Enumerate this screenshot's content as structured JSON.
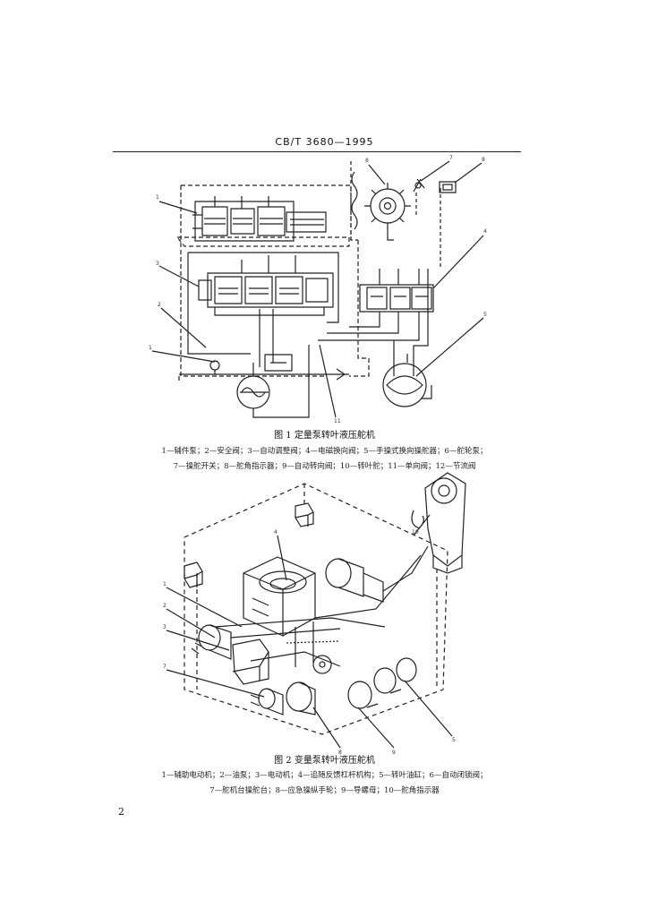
{
  "header": {
    "standard_number": "CB/T 3680—1995"
  },
  "figure1": {
    "caption": "图 1   定量泵转叶液压舵机",
    "legend_line1": "1—辅件泵；2—安全阀；3—自动调整阀；4—电磁换向阀；5—手操式换向操舵器；6—舵轮泵；",
    "legend_line2": "7—操舵开关；8—舵角指示器；9—自动转向阀；10—转叶舵；11—单向阀；12—节流阀"
  },
  "figure2": {
    "caption": "图 2   变量泵转叶液压舵机",
    "legend_line1": "1—辅助电动机；2—油泵；3—电动机；4—追随反馈杠杆机构；5—转叶油缸；6—自动闭锁阀；",
    "legend_line2": "7—舵机台操舵台；8—应急操纵手轮；9—导螺母；10—舵角指示器"
  },
  "footer": {
    "page_number": "2"
  }
}
